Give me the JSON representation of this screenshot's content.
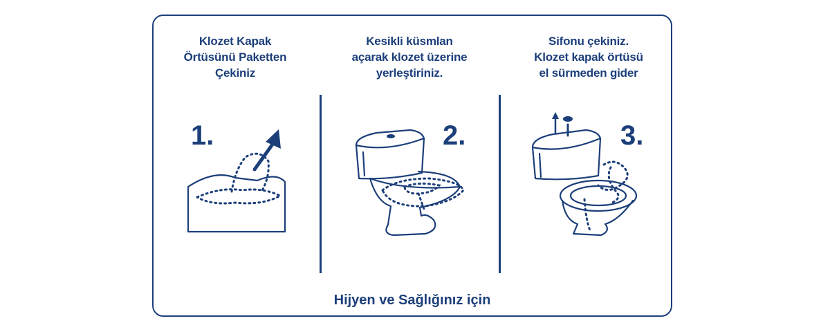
{
  "colors": {
    "ink": "#1c3f7a",
    "background": "#ffffff"
  },
  "steps": [
    {
      "number": "1.",
      "lines": [
        "Klozet Kapak",
        "Örtüsünü Paketten",
        "Çekiniz"
      ],
      "icon": "box-with-cover-icon"
    },
    {
      "number": "2.",
      "lines": [
        "Kesikli küsmlan",
        "açarak klozet üzerine",
        "yerleştiriniz."
      ],
      "icon": "toilet-with-cover-icon"
    },
    {
      "number": "3.",
      "lines": [
        "Sifonu çekiniz.",
        "Klozet kapak örtüsü",
        "el sürmeden gider"
      ],
      "icon": "toilet-flush-icon"
    }
  ],
  "footer": "Hijyen ve Sağlığınız için"
}
